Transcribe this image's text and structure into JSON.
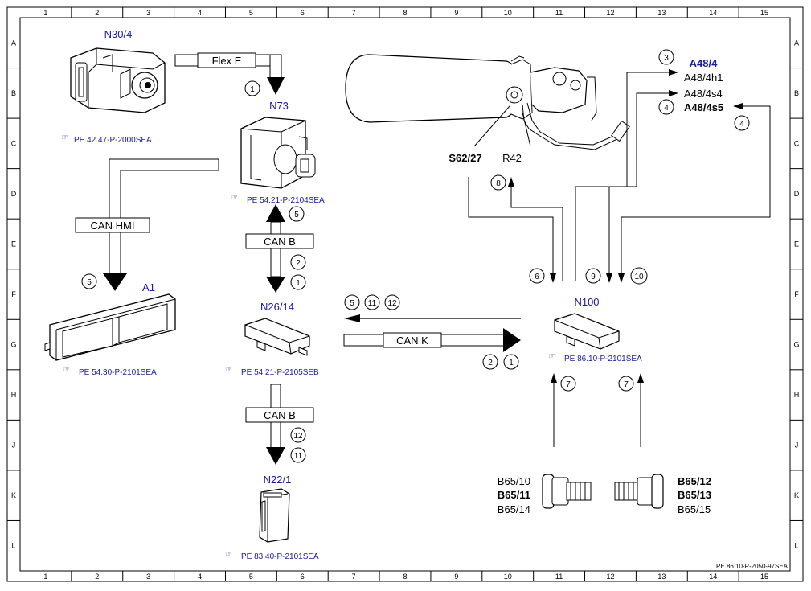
{
  "grid": {
    "columns": [
      "1",
      "2",
      "3",
      "4",
      "5",
      "6",
      "7",
      "8",
      "9",
      "10",
      "11",
      "12",
      "13",
      "14",
      "15"
    ],
    "rows": [
      "A",
      "B",
      "C",
      "D",
      "E",
      "F",
      "G",
      "H",
      "J",
      "K",
      "L"
    ]
  },
  "components": {
    "n30_4": {
      "name": "N30/4",
      "ref": "PE 42.47-P-2000SEA"
    },
    "n73": {
      "name": "N73",
      "ref": "PE 54.21-P-2104SEA"
    },
    "a1": {
      "name": "A1",
      "ref": "PE 54.30-P-2101SEA"
    },
    "n26_14": {
      "name": "N26/14",
      "ref": "PE 54.21-P-2105SEB"
    },
    "n22_1": {
      "name": "N22/1",
      "ref": "PE 83.40-P-2101SEA"
    },
    "n100": {
      "name": "N100",
      "ref": "PE 86.10-P-2101SEA"
    },
    "a48_4": {
      "name": "A48/4",
      "sub": [
        "A48/4h1",
        "A48/4s4",
        "A48/4s5"
      ]
    },
    "s62_27": {
      "name": "S62/27"
    },
    "r42": {
      "name": "R42"
    },
    "b65_left": {
      "items": [
        "B65/10",
        "B65/11",
        "B65/14"
      ]
    },
    "b65_right": {
      "items": [
        "B65/12",
        "B65/13",
        "B65/15"
      ]
    }
  },
  "buses": {
    "flex_e": "Flex E",
    "can_hmi": "CAN HMI",
    "can_b_upper": "CAN B",
    "can_b_lower": "CAN B",
    "can_k": "CAN K"
  },
  "markers": {
    "m_flex": "1",
    "m_canhmi": "5",
    "m_canb_up5": "5",
    "m_canb_up2": "2",
    "m_canb_up1": "1",
    "m_canb_dn12": "12",
    "m_canb_dn11": "11",
    "m_cank_l5": "5",
    "m_cank_l11": "11",
    "m_cank_l12": "12",
    "m_cank_r2": "2",
    "m_cank_r1": "1",
    "m_a48_3": "3",
    "m_a48_4": "4",
    "m_a48_4r": "4",
    "m_r42_8": "8",
    "m_n100_6": "6",
    "m_n100_9": "9",
    "m_n100_10": "10",
    "m_b65_7l": "7",
    "m_b65_7r": "7"
  },
  "footer_ref": "PE 86.10-P-2050-97SEA"
}
